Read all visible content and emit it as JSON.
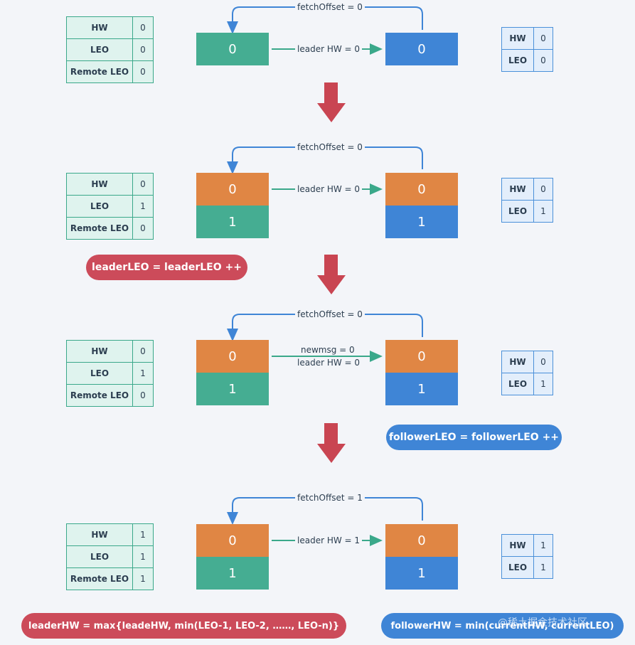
{
  "colors": {
    "leader_log": "#45ad92",
    "follower_log": "#3f85d6",
    "new_message": "#e08644",
    "step_arrow": "#c94552",
    "leader_pill": "#cc4b5a",
    "follower_pill": "#3f85d6"
  },
  "stages": [
    {
      "leader_regs": [
        {
          "k": "HW",
          "v": "0"
        },
        {
          "k": "LEO",
          "v": "0"
        },
        {
          "k": "Remote LEO",
          "v": "0"
        }
      ],
      "follower_regs": [
        {
          "k": "HW",
          "v": "0"
        },
        {
          "k": "LEO",
          "v": "0"
        }
      ],
      "leader_log": [
        "0"
      ],
      "follower_log": [
        "0"
      ],
      "fetch_label": "fetchOffset = 0",
      "resp_label_1": "leader HW = 0",
      "resp_label_2": ""
    },
    {
      "leader_regs": [
        {
          "k": "HW",
          "v": "0"
        },
        {
          "k": "LEO",
          "v": "1"
        },
        {
          "k": "Remote LEO",
          "v": "0"
        }
      ],
      "follower_regs": [
        {
          "k": "HW",
          "v": "0"
        },
        {
          "k": "LEO",
          "v": "1"
        }
      ],
      "leader_log": [
        "0",
        "1"
      ],
      "follower_log": [
        "0",
        "1"
      ],
      "fetch_label": "fetchOffset = 0",
      "resp_label_1": "leader HW = 0",
      "resp_label_2": ""
    },
    {
      "leader_regs": [
        {
          "k": "HW",
          "v": "0"
        },
        {
          "k": "LEO",
          "v": "1"
        },
        {
          "k": "Remote LEO",
          "v": "0"
        }
      ],
      "follower_regs": [
        {
          "k": "HW",
          "v": "0"
        },
        {
          "k": "LEO",
          "v": "1"
        }
      ],
      "leader_log": [
        "0",
        "1"
      ],
      "follower_log": [
        "0",
        "1"
      ],
      "fetch_label": "fetchOffset = 0",
      "resp_label_1": "newmsg = 0",
      "resp_label_2": "leader HW = 0"
    },
    {
      "leader_regs": [
        {
          "k": "HW",
          "v": "1"
        },
        {
          "k": "LEO",
          "v": "1"
        },
        {
          "k": "Remote LEO",
          "v": "1"
        }
      ],
      "follower_regs": [
        {
          "k": "HW",
          "v": "1"
        },
        {
          "k": "LEO",
          "v": "1"
        }
      ],
      "leader_log": [
        "0",
        "1"
      ],
      "follower_log": [
        "0",
        "1"
      ],
      "fetch_label": "fetchOffset = 1",
      "resp_label_1": "leader HW = 1",
      "resp_label_2": ""
    }
  ],
  "notes": {
    "leader_leo": "leaderLEO = leaderLEO ++",
    "follower_leo": "followerLEO = followerLEO ++",
    "leader_hw": "leaderHW = max{leadeHW, min(LEO-1, LEO-2, ……,   LEO-n)}",
    "follower_hw": "followerHW = min(currentHW, currentLEO)"
  },
  "watermark": "@稀土掘金技术社区"
}
